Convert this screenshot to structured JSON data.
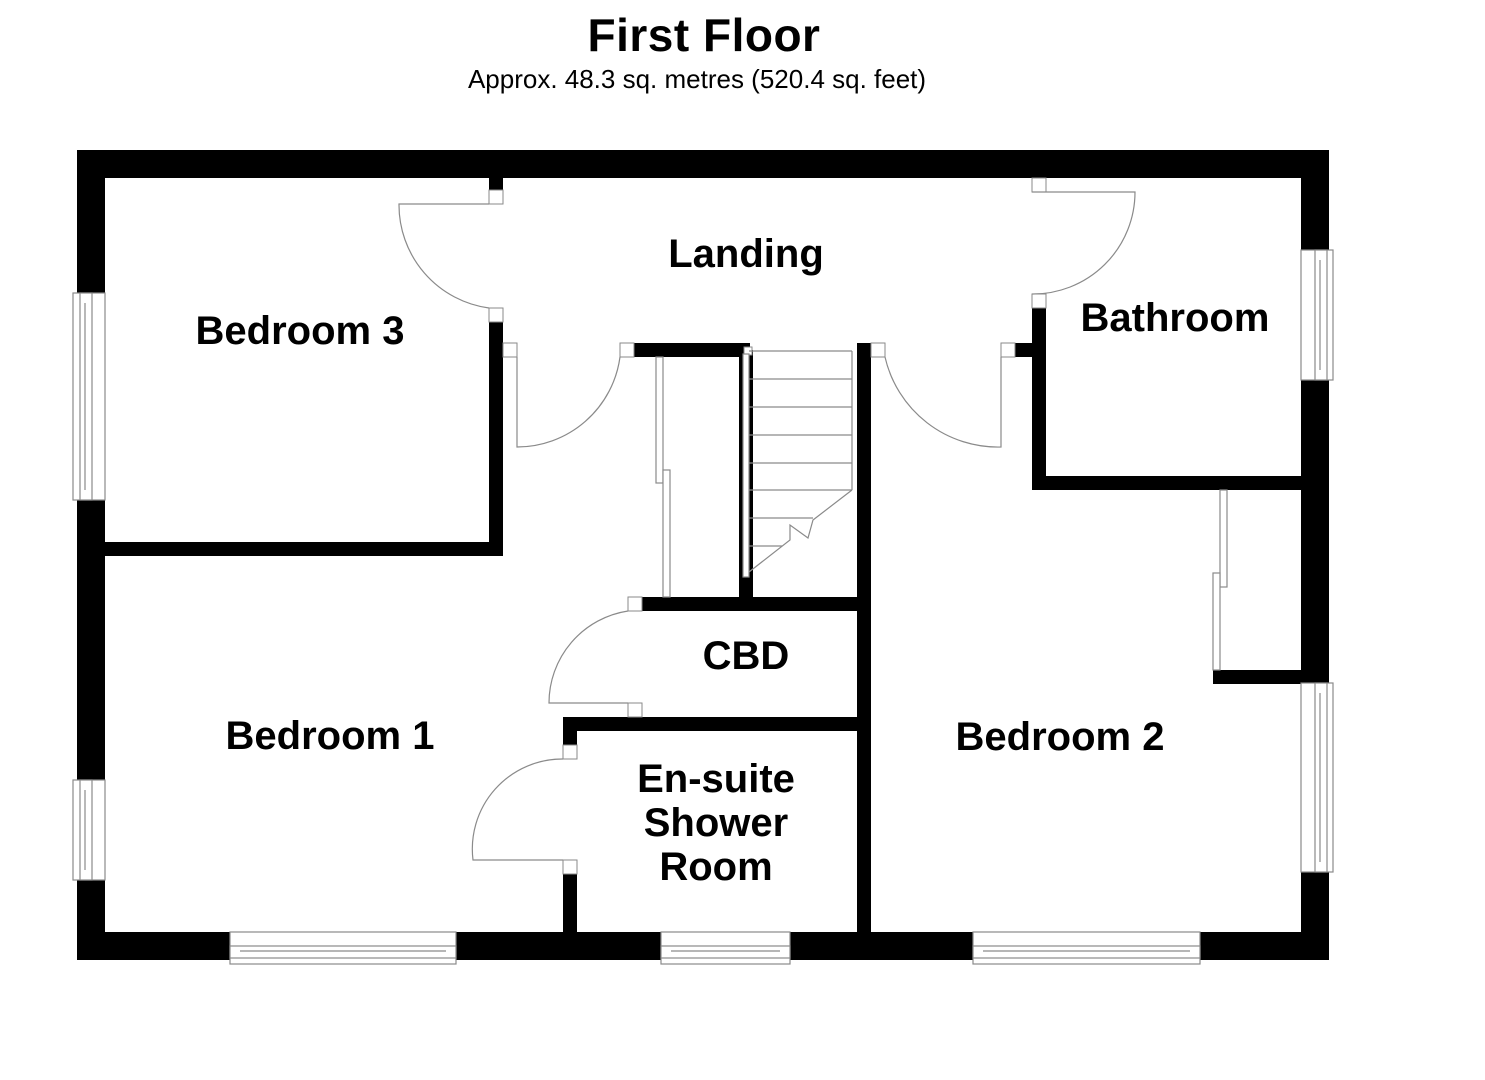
{
  "header": {
    "title": "First Floor",
    "subtitle": "Approx. 48.3 sq. metres (520.4 sq. feet)"
  },
  "rooms": {
    "landing": "Landing",
    "bedroom3": "Bedroom 3",
    "bathroom": "Bathroom",
    "cbd": "CBD",
    "bedroom1": "Bedroom 1",
    "bedroom2": "Bedroom 2",
    "ensuite_line1": "En-suite",
    "ensuite_line2": "Shower",
    "ensuite_line3": "Room"
  },
  "colors": {
    "wall": "#000000",
    "fixture_line": "#8a8a8a",
    "background": "#ffffff"
  }
}
